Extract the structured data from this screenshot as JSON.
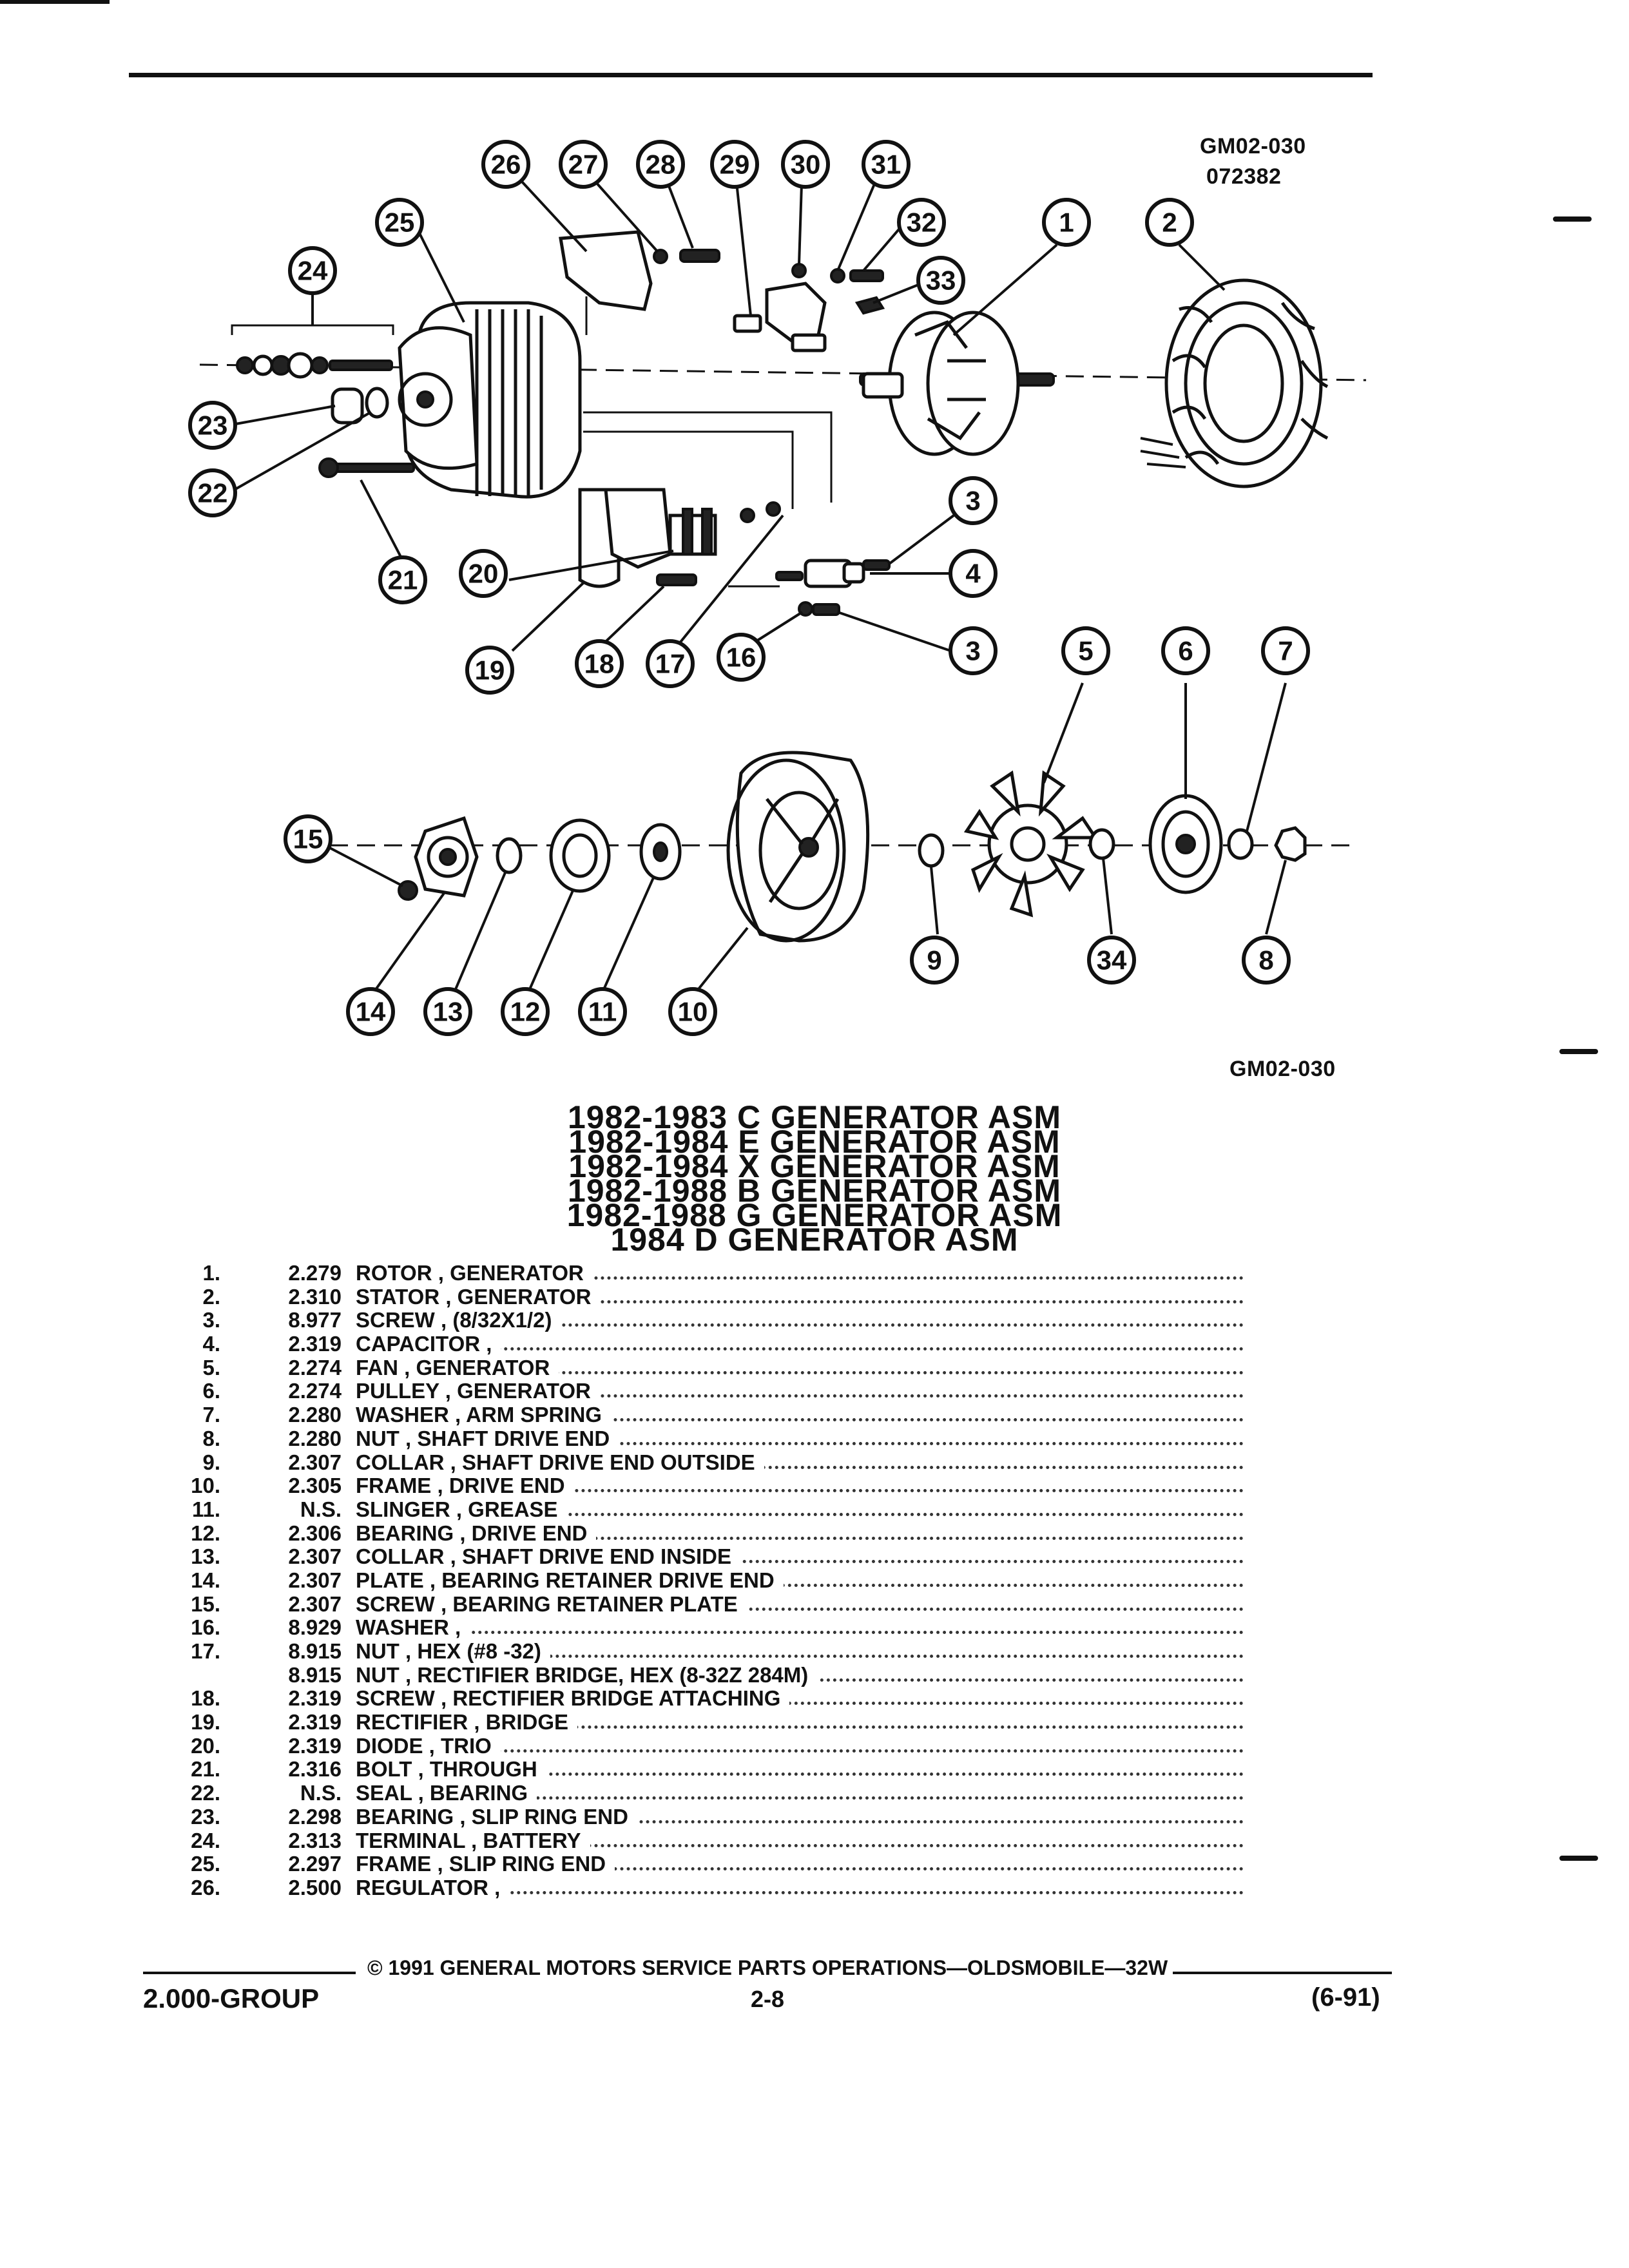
{
  "header": {
    "figure_code": "GM02-030",
    "figure_date": "072382"
  },
  "figure": {
    "bottom_code": "GM02-030",
    "callouts": [
      "1",
      "2",
      "3",
      "3",
      "4",
      "5",
      "6",
      "7",
      "8",
      "9",
      "10",
      "11",
      "12",
      "13",
      "14",
      "15",
      "16",
      "17",
      "18",
      "19",
      "20",
      "21",
      "22",
      "23",
      "24",
      "25",
      "26",
      "27",
      "28",
      "29",
      "30",
      "31",
      "32",
      "33",
      "34"
    ]
  },
  "titles": [
    "1982-1983 C GENERATOR ASM",
    "1982-1984 E GENERATOR ASM",
    "1982-1984 X GENERATOR ASM",
    "1982-1988 B GENERATOR ASM",
    "1982-1988 G GENERATOR ASM",
    "1984 D GENERATOR ASM"
  ],
  "parts": [
    {
      "num": "1.",
      "code": "2.279",
      "desc": "ROTOR , GENERATOR"
    },
    {
      "num": "2.",
      "code": "2.310",
      "desc": "STATOR , GENERATOR"
    },
    {
      "num": "3.",
      "code": "8.977",
      "desc": "SCREW , (8/32X1/2)"
    },
    {
      "num": "4.",
      "code": "2.319",
      "desc": "CAPACITOR ,"
    },
    {
      "num": "5.",
      "code": "2.274",
      "desc": "FAN , GENERATOR"
    },
    {
      "num": "6.",
      "code": "2.274",
      "desc": "PULLEY , GENERATOR"
    },
    {
      "num": "7.",
      "code": "2.280",
      "desc": "WASHER , ARM SPRING"
    },
    {
      "num": "8.",
      "code": "2.280",
      "desc": "NUT , SHAFT DRIVE END"
    },
    {
      "num": "9.",
      "code": "2.307",
      "desc": "COLLAR , SHAFT DRIVE END OUTSIDE"
    },
    {
      "num": "10.",
      "code": "2.305",
      "desc": "FRAME , DRIVE END"
    },
    {
      "num": "11.",
      "code": "N.S.",
      "desc": "SLINGER , GREASE"
    },
    {
      "num": "12.",
      "code": "2.306",
      "desc": "BEARING , DRIVE END"
    },
    {
      "num": "13.",
      "code": "2.307",
      "desc": "COLLAR , SHAFT DRIVE END INSIDE"
    },
    {
      "num": "14.",
      "code": "2.307",
      "desc": "PLATE , BEARING RETAINER DRIVE END"
    },
    {
      "num": "15.",
      "code": "2.307",
      "desc": "SCREW , BEARING RETAINER PLATE"
    },
    {
      "num": "16.",
      "code": "8.929",
      "desc": "WASHER ,"
    },
    {
      "num": "17.",
      "code": "8.915",
      "desc": "NUT , HEX (#8 -32)"
    },
    {
      "num": "",
      "code": "8.915",
      "desc": "NUT , RECTIFIER BRIDGE, HEX (8-32Z 284M)"
    },
    {
      "num": "18.",
      "code": "2.319",
      "desc": "SCREW , RECTIFIER BRIDGE ATTACHING"
    },
    {
      "num": "19.",
      "code": "2.319",
      "desc": "RECTIFIER , BRIDGE"
    },
    {
      "num": "20.",
      "code": "2.319",
      "desc": "DIODE , TRIO"
    },
    {
      "num": "21.",
      "code": "2.316",
      "desc": "BOLT , THROUGH"
    },
    {
      "num": "22.",
      "code": "N.S.",
      "desc": "SEAL , BEARING"
    },
    {
      "num": "23.",
      "code": "2.298",
      "desc": "BEARING , SLIP RING END"
    },
    {
      "num": "24.",
      "code": "2.313",
      "desc": "TERMINAL , BATTERY"
    },
    {
      "num": "25.",
      "code": "2.297",
      "desc": "FRAME , SLIP RING END"
    },
    {
      "num": "26.",
      "code": "2.500",
      "desc": "REGULATOR ,"
    }
  ],
  "footer": {
    "copyright": "© 1991 GENERAL MOTORS SERVICE PARTS OPERATIONS—OLDSMOBILE—32W",
    "group": "2.000-GROUP",
    "page": "2-8",
    "date": "(6-91)"
  }
}
